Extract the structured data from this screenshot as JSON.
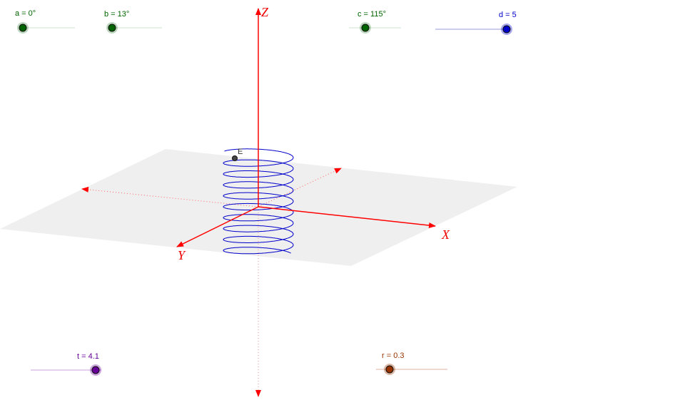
{
  "sliders": {
    "a": {
      "label": "a = 0°",
      "value": 0,
      "color": "#006400"
    },
    "b": {
      "label": "b = 13°",
      "value": 13,
      "color": "#006400"
    },
    "c": {
      "label": "c = 115°",
      "value": 115,
      "color": "#006400"
    },
    "d": {
      "label": "d = 5",
      "value": 5,
      "color": "#0000cc"
    },
    "t": {
      "label": "t = 4.1",
      "value": 4.1,
      "color": "#660099"
    },
    "r": {
      "label": "r = 0.3",
      "value": 0.3,
      "color": "#993300"
    }
  },
  "axes": {
    "x": "X",
    "y": "Y",
    "z": "Z",
    "color": "#ff0000"
  },
  "point": {
    "label": "E"
  },
  "helix_color": "#0000cc",
  "plane_color": "#efefef"
}
